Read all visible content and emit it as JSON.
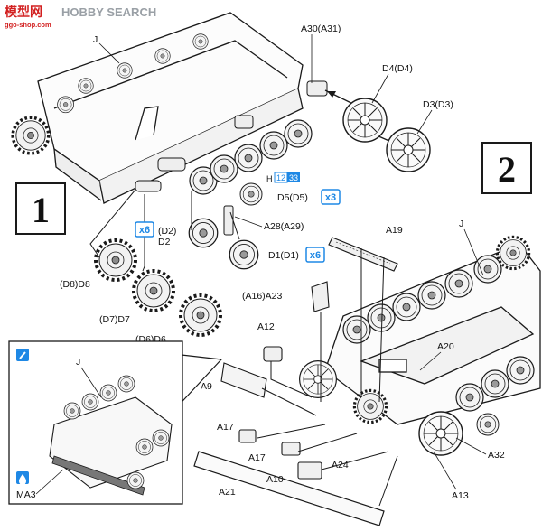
{
  "watermark": {
    "brand": "模型网",
    "tag": "HOBBY SEARCH",
    "url": "ggo-shop.com"
  },
  "steps": [
    "1",
    "2"
  ],
  "paint_ref": {
    "prefix": "H",
    "a": "12",
    "b": "33"
  },
  "multipliers": {
    "x3": "x3",
    "x6a": "x6",
    "x6b": "x6"
  },
  "labels": {
    "J_top": "J",
    "A30": "A30(A31)",
    "D4": "D4(D4)",
    "D3": "D3(D3)",
    "D5": "D5(D5)",
    "A28": "A28(A29)",
    "D2a": "(D2)",
    "D2b": "D2",
    "D1": "D1(D1)",
    "D8": "(D8)D8",
    "D7": "(D7)D7",
    "D6": "(D6)D6",
    "J_right": "J",
    "A19": "A19",
    "A16": "(A16)A23",
    "A12": "A12",
    "A20": "A20",
    "A9": "A9",
    "A17a": "A17",
    "A17b": "A17",
    "A10": "A10",
    "A24": "A24",
    "A32": "A32",
    "A13": "A13",
    "A21": "A21",
    "J_inset": "J",
    "MA3": "MA3"
  },
  "colors": {
    "ink": "#1a1a1a",
    "accent": "#1e88e5",
    "paper": "#ffffff"
  }
}
